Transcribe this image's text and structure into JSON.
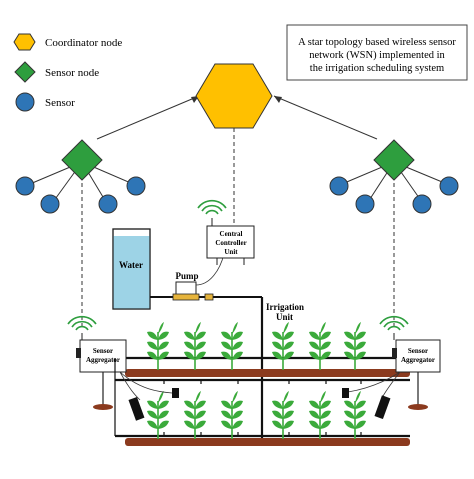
{
  "legend": {
    "coordinator": "Coordinator node",
    "sensor_node": "Sensor node",
    "sensor": "Sensor"
  },
  "caption": {
    "line1": "A star topology based wireless sensor",
    "line2": "network (WSN) implemented in",
    "line3": "the irrigation scheduling system"
  },
  "labels": {
    "water": "Water",
    "pump": "Pump",
    "central_1": "Central",
    "central_2": "Controller",
    "central_3": "Unit",
    "irrigation_1": "Irrigation",
    "irrigation_2": "Unit",
    "aggregator_1": "Sensor",
    "aggregator_2": "Aggregator"
  },
  "colors": {
    "coordinator": "#FFC000",
    "sensor_node": "#2E9E3E",
    "sensor": "#2E75B6",
    "signal": "#2E9E3E",
    "soil": "#8B3A1E",
    "water": "#9DD3E6",
    "plant": "#3BAA3B",
    "pump": "#E6B43C"
  }
}
